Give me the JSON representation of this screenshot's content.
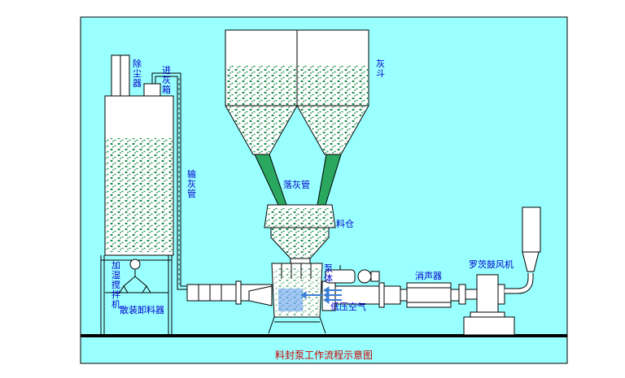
{
  "diagram": {
    "caption": "料封泵工作流程示意图",
    "labels": {
      "dust_collector": "除尘器",
      "inlet_box": "进灰箱",
      "ash_hopper": "灰斗",
      "ash_pipe": "输灰管",
      "drop_pipe": "落灰管",
      "material_bin": "料仓",
      "humidifier_mixer": "加湿搅拌机",
      "bulk_unloader": "散装卸料器",
      "pump_body": "泵体",
      "silencer": "消声器",
      "roots_blower": "罗茨鼓风机",
      "low_pressure_air": "低压空气"
    }
  },
  "colors": {
    "background": "#99ffff",
    "particle": "#1a8a4a",
    "line": "#000000",
    "label": "#0000cc",
    "caption": "#cc0000",
    "air_arrow": "#3a7fd5",
    "equipment": "#ffffff"
  }
}
